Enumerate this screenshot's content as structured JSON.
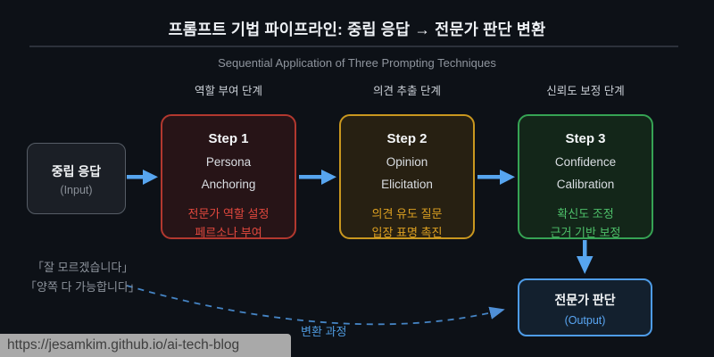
{
  "header": {
    "title": "프롬프트 기법 파이프라인: 중립 응답 → 전문가 판단 변환",
    "subtitle": "Sequential Application of Three Prompting Techniques"
  },
  "stages": [
    {
      "label": "역할 부여 단계"
    },
    {
      "label": "의견 추출 단계"
    },
    {
      "label": "신뢰도 보정 단계"
    }
  ],
  "input_box": {
    "title": "중립 응답",
    "subtitle": "(Input)"
  },
  "steps": [
    {
      "step": "Step 1",
      "name_line1": "Persona",
      "name_line2": "Anchoring",
      "detail_line1": "전문가 역할 설정",
      "detail_line2": "페르소나 부여",
      "accent_border": "#b2382f",
      "accent_text": "#e2483e"
    },
    {
      "step": "Step 2",
      "name_line1": "Opinion",
      "name_line2": "Elicitation",
      "detail_line1": "의견 유도 질문",
      "detail_line2": "입장 표명 촉진",
      "accent_border": "#c9971f",
      "accent_text": "#dda021"
    },
    {
      "step": "Step 3",
      "name_line1": "Confidence",
      "name_line2": "Calibration",
      "detail_line1": "확신도 조정",
      "detail_line2": "근거 기반 보정",
      "accent_border": "#36a354",
      "accent_text": "#4ec06a"
    }
  ],
  "output_box": {
    "title": "전문가 판단",
    "subtitle": "(Output)"
  },
  "quotes": [
    "「잘 모르겠습니다」",
    "「양쪽 다 가능합니다」"
  ],
  "transform_label": "변환 과정",
  "status_bar": {
    "url": "https://jesamkim.github.io/ai-tech-blog"
  },
  "colors": {
    "background": "#0d1117",
    "arrow_blue": "#57a5ef",
    "dashed_arrow": "#4584c4",
    "output_accent": "#4e9ce7",
    "input_border": "#565d66"
  }
}
